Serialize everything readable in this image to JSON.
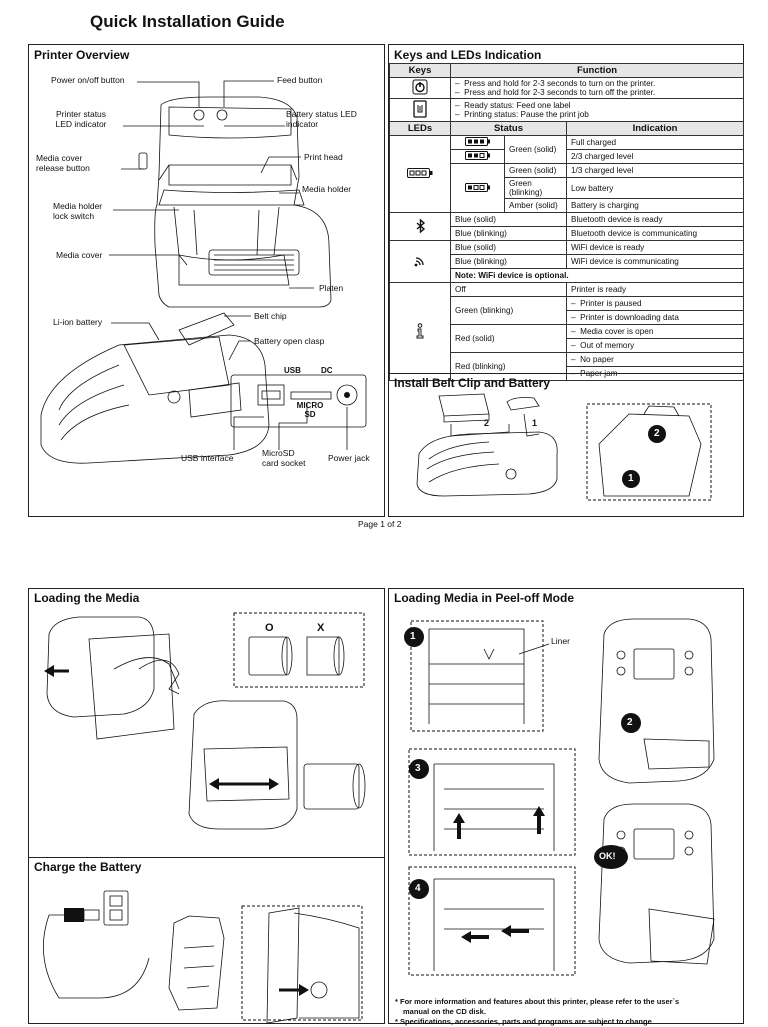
{
  "doc_title": "Quick Installation Guide",
  "page_number": "Page 1 of 2",
  "printer_overview": {
    "title": "Printer Overview",
    "labels": {
      "power_button": "Power on/off button",
      "feed_button": "Feed button",
      "status_led_1": "Printer status",
      "status_led_2": "LED indicator",
      "battery_led_1": "Battery status LED",
      "battery_led_2": "indicator",
      "media_release_1": "Media cover",
      "media_release_2": "release button",
      "print_head": "Print head",
      "media_holder": "Media holder",
      "holder_lock_1": "Media holder",
      "holder_lock_2": "lock switch",
      "media_cover": "Media cover",
      "platen": "Platen",
      "belt_chip": "Belt chip",
      "li_ion": "Li-ion battery",
      "battery_clasp": "Battery open clasp",
      "usb_interface": "USB interface",
      "microsd_1": "MicroSD",
      "microsd_2": "card socket",
      "power_jack": "Power jack",
      "port_usb": "USB",
      "port_dc": "DC",
      "port_micro": "MICRO",
      "port_sd": "SD"
    }
  },
  "keys_leds": {
    "title": "Keys and LEDs Indication",
    "headers": {
      "keys": "Keys",
      "function": "Function",
      "leds": "LEDs",
      "status": "Status",
      "indication": "Indication"
    },
    "power_key": [
      "Press and hold for 2-3 seconds to turn on the printer.",
      "Press and hold for 2-3 seconds to turn off the printer."
    ],
    "feed_key": [
      "Ready status: Feed one label",
      "Printing status: Pause the print job"
    ],
    "battery_rows": [
      {
        "status": "Green (solid)",
        "indication": "Full charged"
      },
      {
        "status": "",
        "indication": "2/3 charged level"
      },
      {
        "status": "Green (solid)",
        "indication": "1/3 charged level"
      },
      {
        "status": "Green (blinking)",
        "indication": "Low battery"
      },
      {
        "status": "Amber (solid)",
        "indication": "Battery is charging"
      }
    ],
    "bluetooth_rows": [
      {
        "status": "Blue (solid)",
        "indication": "Bluetooth device is ready"
      },
      {
        "status": "Blue (blinking)",
        "indication": "Bluetooth device is communicating"
      }
    ],
    "wifi_rows": [
      {
        "status": "Blue (solid)",
        "indication": "WiFi device is ready"
      },
      {
        "status": "Blue (blinking)",
        "indication": "WiFi device is communicating"
      }
    ],
    "wifi_note": "Note: WiFi device is optional.",
    "status_rows": {
      "off": {
        "status": "Off",
        "indication": "Printer is ready"
      },
      "green_blink": {
        "status": "Green (blinking)",
        "ind1": "Printer is paused",
        "ind2": "Printer is downloading data"
      },
      "red_solid": {
        "status": "Red (solid)",
        "ind1": "Media cover is open",
        "ind2": "Out of memory"
      },
      "red_blink": {
        "status": "Red (blinking)",
        "ind1": "No paper",
        "ind2": "Paper jam"
      }
    },
    "dash": "–"
  },
  "belt_clip": {
    "title": "Install Belt Clip and Battery",
    "step1": "1",
    "step2": "2"
  },
  "loading_media": {
    "title": "Loading the Media",
    "ok_mark": "O",
    "bad_mark": "X"
  },
  "charge_battery": {
    "title": "Charge the Battery"
  },
  "peel_off": {
    "title": "Loading Media in Peel-off Mode",
    "liner": "Liner",
    "steps": [
      "1",
      "2",
      "3",
      "4"
    ],
    "ok": "OK!",
    "note1": "* For more information and features about this printer, please refer to the user`s",
    "note2": "manual on the CD disk.",
    "note3": "* Specifications, accessories, parts and programs are subject to change"
  }
}
